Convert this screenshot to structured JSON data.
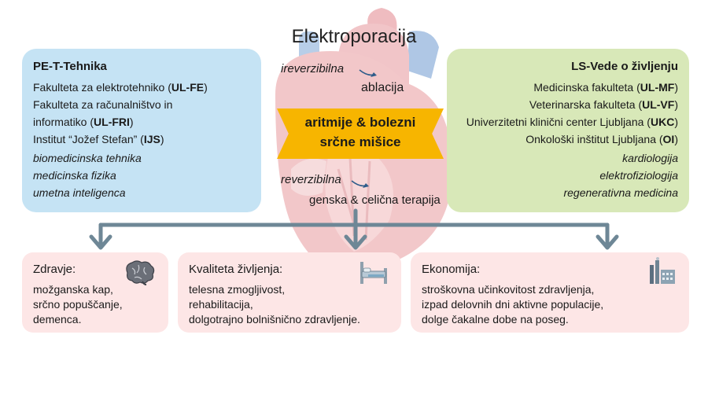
{
  "title": "Elektroporacija",
  "left_panel": {
    "heading": "PE-T-Tehnika",
    "institutions": [
      {
        "text": "Fakulteta za elektrotehniko (",
        "abbr": "UL-FE",
        "tail": ")"
      },
      {
        "text": "Fakulteta za računalništvo in",
        "abbr": "",
        "tail": ""
      },
      {
        "text": "informatiko (",
        "abbr": "UL-FRI",
        "tail": ")"
      },
      {
        "text": "Institut “Jožef Stefan” (",
        "abbr": "IJS",
        "tail": ")"
      }
    ],
    "fields": [
      "biomedicinska tehnika",
      "medicinska fizika",
      "umetna inteligenca"
    ]
  },
  "right_panel": {
    "heading": "LS-Vede o življenju",
    "institutions": [
      {
        "text": "Medicinska fakulteta (",
        "abbr": "UL-MF",
        "tail": ")"
      },
      {
        "text": "Veterinarska fakulteta (",
        "abbr": "UL-VF",
        "tail": ")"
      },
      {
        "text": "Univerzitetni klinični center Ljubljana (",
        "abbr": "UKC",
        "tail": ")"
      },
      {
        "text": "Onkološki inštitut Ljubljana (",
        "abbr": "OI",
        "tail": ")"
      }
    ],
    "fields": [
      "kardiologija",
      "elektrofiziologija",
      "regenerativna medicina"
    ]
  },
  "center": {
    "irreversible": "ireverzibilna",
    "ablation": "ablacija",
    "banner_line1": "aritmije & bolezni",
    "banner_line2": "srčne mišice",
    "reversible": "reverzibilna",
    "therapy": "genska & celična terapija"
  },
  "boxes": [
    {
      "heading": "Zdravje:",
      "lines": [
        "možganska kap,",
        "srčno popuščanje,",
        "demenca."
      ],
      "icon": "brain-icon"
    },
    {
      "heading": "Kvaliteta življenja:",
      "lines": [
        "telesna zmogljivost,",
        "rehabilitacija,",
        "dolgotrajno bolnišnično zdravljenje."
      ],
      "icon": "hospital-bed-icon"
    },
    {
      "heading": "Ekonomija:",
      "lines": [
        "stroškovna učinkovitost zdravljenja,",
        "izpad delovnih dni aktivne populacije,",
        "dolge čakalne dobe na poseg."
      ],
      "icon": "factory-icon"
    }
  ],
  "colors": {
    "left_panel": "#c5e3f4",
    "right_panel": "#d8e8b8",
    "banner": "#f7b500",
    "boxes": "#fde6e6",
    "arrows": "#6e8796"
  }
}
